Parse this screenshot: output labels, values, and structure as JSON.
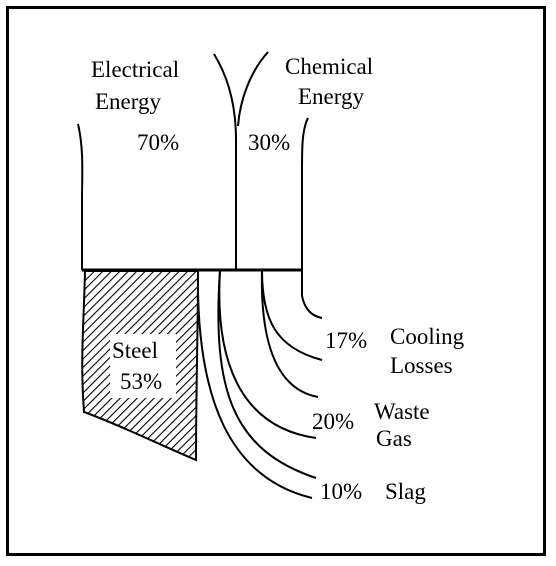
{
  "inputs": {
    "electrical": {
      "label_line1": "Electrical",
      "label_line2": "Energy",
      "percent": "70%"
    },
    "chemical": {
      "label_line1": "Chemical",
      "label_line2": "Energy",
      "percent": "30%"
    }
  },
  "outputs": {
    "steel": {
      "label": "Steel",
      "percent": "53%"
    },
    "cooling_losses": {
      "percent": "17%",
      "label_line1": "Cooling",
      "label_line2": "Losses"
    },
    "waste_gas": {
      "percent": "20%",
      "label_line1": "Waste",
      "label_line2": "Gas"
    },
    "slag": {
      "percent": "10%",
      "label": "Slag"
    }
  },
  "colors": {
    "ink": "#000000",
    "background": "#ffffff"
  }
}
